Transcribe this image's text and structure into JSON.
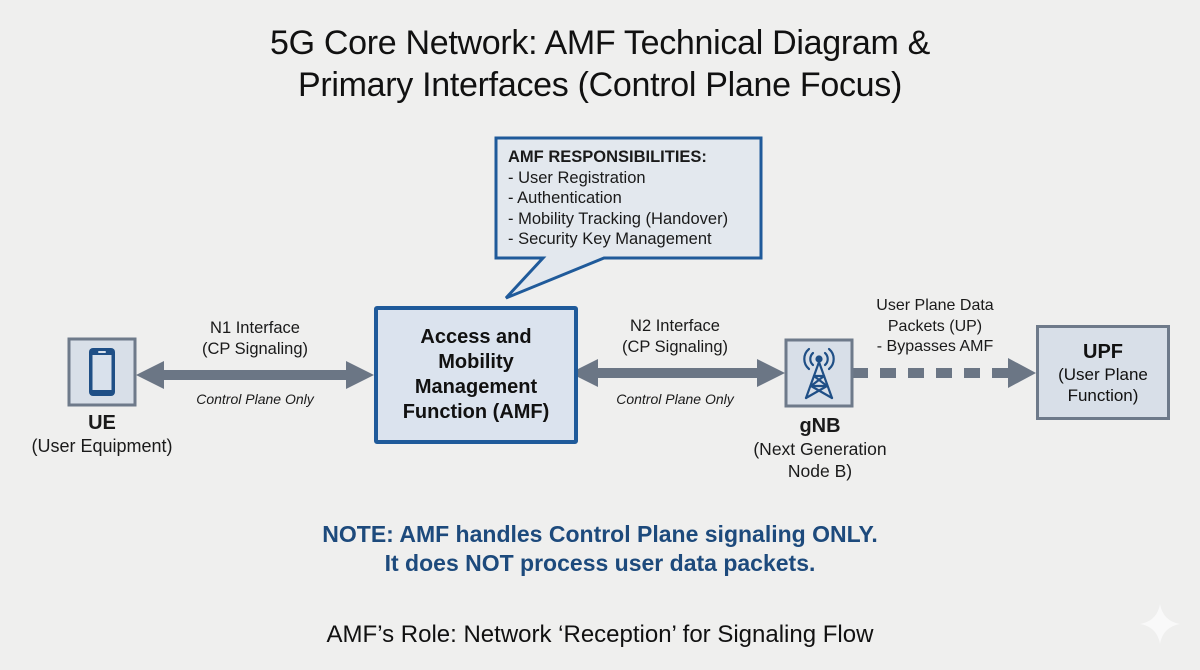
{
  "title": {
    "line1": "5G Core Network: AMF Technical Diagram &",
    "line2": "Primary Interfaces (Control Plane Focus)"
  },
  "callout": {
    "heading": "AMF RESPONSIBILITIES:",
    "items": [
      "-  User Registration",
      "-  Authentication",
      "-  Mobility Tracking (Handover)",
      "-  Security Key Management"
    ]
  },
  "nodes": {
    "ue": {
      "icon": "smartphone-icon",
      "name": "UE",
      "description": "(User Equipment)"
    },
    "amf": {
      "lines": [
        "Access and",
        "Mobility",
        "Management",
        "Function (AMF)"
      ]
    },
    "gnb": {
      "icon": "cell-tower-icon",
      "name": "gNB",
      "description_line1": "(Next Generation",
      "description_line2": "Node B)"
    },
    "upf": {
      "name": "UPF",
      "description_line1": "(User Plane",
      "description_line2": "Function)"
    }
  },
  "links": {
    "n1": {
      "label_line1": "N1 Interface",
      "label_line2": "(CP Signaling)",
      "sublabel": "Control Plane Only",
      "style": "solid-bidirectional"
    },
    "n2": {
      "label_line1": "N2 Interface",
      "label_line2": "(CP Signaling)",
      "sublabel": "Control Plane Only",
      "style": "solid-bidirectional"
    },
    "up": {
      "label_line1": "User Plane Data",
      "label_line2": "Packets (UP)",
      "label_line3": "- Bypasses AMF",
      "style": "dashed-unidirectional"
    }
  },
  "note": {
    "line1": "NOTE: AMF handles Control Plane signaling ONLY.",
    "line2": "It does NOT process user data packets."
  },
  "footer": "AMF’s Role: Network ‘Reception’ for Signaling Flow",
  "colors": {
    "background": "#efefee",
    "accent_blue": "#1f5a9a",
    "note_blue": "#1d4a7c",
    "arrow_gray": "#6b7685",
    "box_fill": "#d8dfe8"
  }
}
